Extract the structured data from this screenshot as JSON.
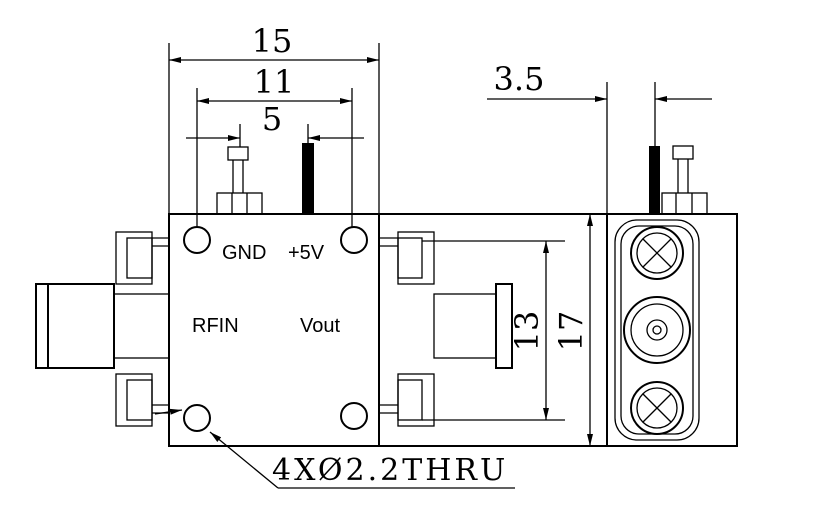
{
  "dimensions": {
    "width_15": "15",
    "width_11": "11",
    "width_5": "5",
    "offset_3_5": "3.5",
    "height_13": "13",
    "height_17": "17"
  },
  "labels": {
    "gnd": "GND",
    "plus5v": "+5V",
    "rfin": "RFIN",
    "vout": "Vout"
  },
  "hole_note": "4XØ2.2THRU",
  "colors": {
    "line": "#000000",
    "background": "#ffffff"
  }
}
